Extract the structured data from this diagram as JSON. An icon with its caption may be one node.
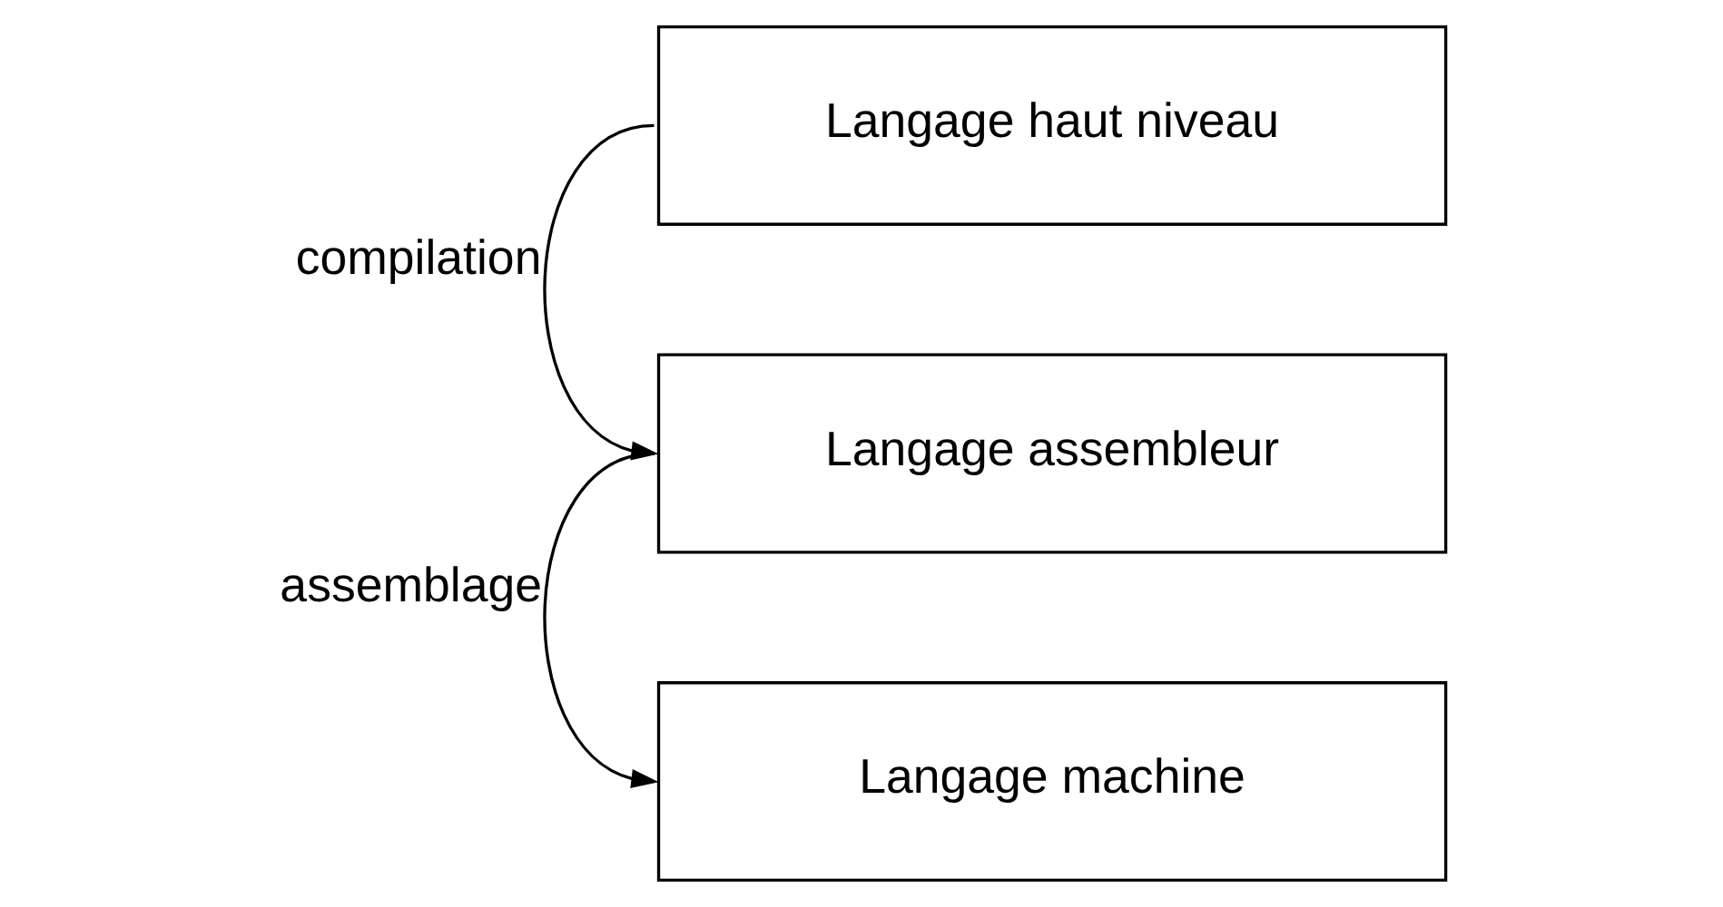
{
  "diagram": {
    "nodes": [
      {
        "text": [
          "Langage haut niveau"
        ]
      },
      {
        "text": [
          "Langage assembleur"
        ]
      },
      {
        "text": [
          "Langage machine"
        ]
      }
    ],
    "edges": [
      {
        "from": 0,
        "to": 1,
        "arrow": "to",
        "label": "compilation"
      },
      {
        "from": 1,
        "to": 2,
        "arrow": "to",
        "label": "assemblage"
      }
    ]
  }
}
